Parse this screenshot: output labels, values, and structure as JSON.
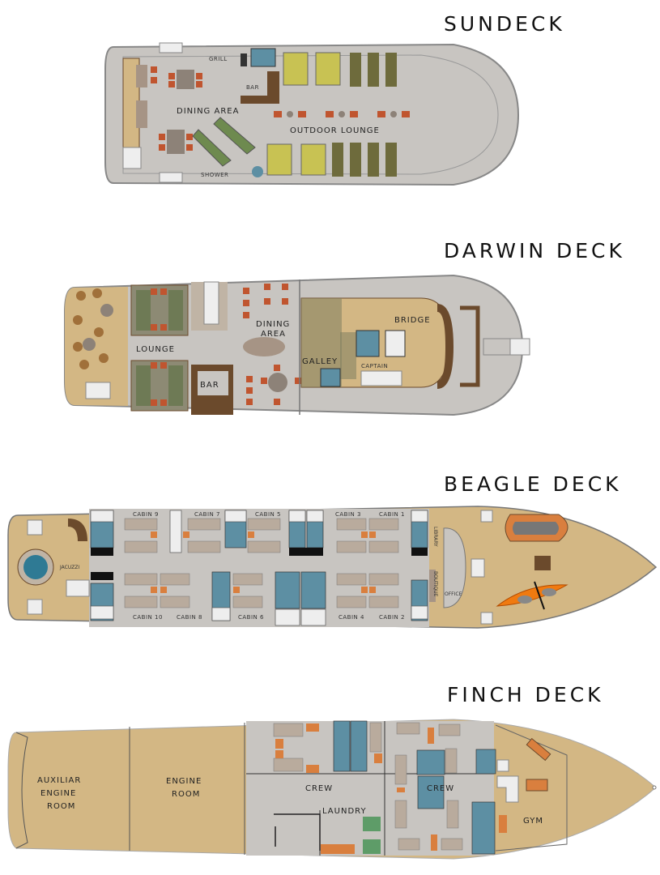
{
  "decks": {
    "sundeck": {
      "title": "SUNDECK",
      "labels": {
        "grill": "GRILL",
        "bar": "BAR",
        "dining": "DINING AREA",
        "lounge": "OUTDOOR LOUNGE",
        "shower": "SHOWER"
      }
    },
    "darwin": {
      "title": "DARWIN DECK",
      "labels": {
        "lounge": "LOUNGE",
        "dining1": "DINING",
        "dining2": "AREA",
        "bar": "BAR",
        "galley": "GALLEY",
        "bridge": "BRIDGE",
        "captain": "CAPTAIN"
      }
    },
    "beagle": {
      "title": "BEAGLE DECK",
      "labels": {
        "jacuzzi": "JACUZZI",
        "library": "LIBRARY",
        "boutique": "BOUTIQUE",
        "office": "OFFICE",
        "cabin": "CABIN"
      },
      "cabins_top": [
        "9",
        "7",
        "5",
        "3",
        "1"
      ],
      "cabins_bottom": [
        "10",
        "8",
        "6",
        "4",
        "2"
      ]
    },
    "finch": {
      "title": "FINCH DECK",
      "labels": {
        "aux1": "AUXILIAR",
        "aux2": "ENGINE",
        "aux3": "ROOM",
        "eng1": "ENGINE",
        "eng2": "ROOM",
        "crew1": "CREW",
        "crew2": "CREW",
        "laundry": "LAUNDRY",
        "gym": "GYM"
      }
    }
  },
  "colors": {
    "hull_grey": "#c8c5c1",
    "tan": "#d3b784",
    "blue": "#5d8fa3",
    "orange": "#d97f3e",
    "olive": "#6e6b3c",
    "brown": "#6b4a2c"
  }
}
